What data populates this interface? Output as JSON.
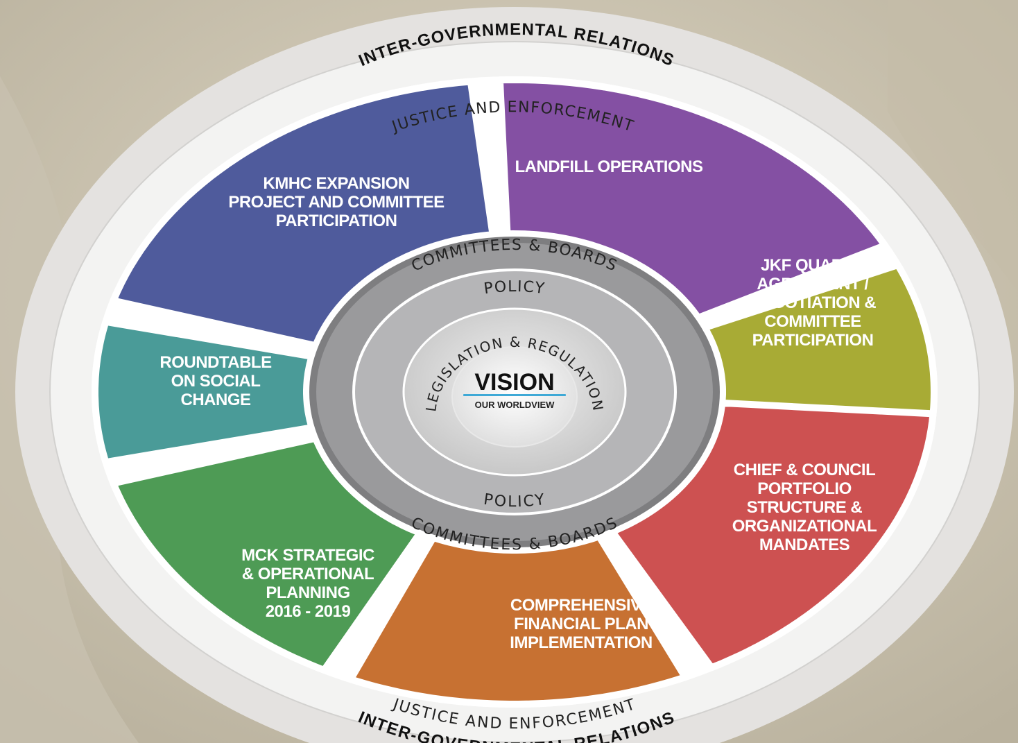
{
  "outer_ring": {
    "top_label": "INTER-GOVERNMENTAL RELATIONS",
    "bottom_label": "INTER-GOVERNMENTAL RELATIONS"
  },
  "justice_ring": {
    "top_label": "JUSTICE AND ENFORCEMENT",
    "bottom_label": "JUSTICE AND ENFORCEMENT"
  },
  "segments": [
    {
      "id": "kmhc",
      "lines": [
        "KMHC EXPANSION",
        "PROJECT AND COMMITTEE",
        "PARTICIPATION"
      ],
      "color": "#4f5b9c"
    },
    {
      "id": "landfill",
      "lines": [
        "LANDFILL OPERATIONS"
      ],
      "color": "#8450a3"
    },
    {
      "id": "jkf",
      "lines": [
        "JKF QUARRY",
        "AGREEMENT /",
        "NEGOTIATION &",
        "COMMITTEE",
        "PARTICIPATION"
      ],
      "color": "#a8ab35"
    },
    {
      "id": "chief",
      "lines": [
        "CHIEF & COUNCIL",
        "PORTFOLIO",
        "STRUCTURE &",
        "ORGANIZATIONAL",
        "MANDATES"
      ],
      "color": "#cd5151"
    },
    {
      "id": "financial",
      "lines": [
        "COMPREHENSIVE",
        "FINANCIAL PLAN",
        "IMPLEMENTATION"
      ],
      "color": "#c77132"
    },
    {
      "id": "mck",
      "lines": [
        "MCK STRATEGIC",
        "& OPERATIONAL",
        "PLANNING",
        "2016 - 2019"
      ],
      "color": "#4e9b55"
    },
    {
      "id": "roundtable",
      "lines": [
        "ROUNDTABLE",
        "ON SOCIAL",
        "CHANGE"
      ],
      "color": "#4a9b98"
    }
  ],
  "committees_ring": {
    "top_label": "COMMITTEES & BOARDS",
    "bottom_label": "COMMITTEES & BOARDS"
  },
  "policy_ring": {
    "top_label": "POLICY",
    "bottom_label": "POLICY"
  },
  "legislation_ring": {
    "label": "LEGISLATION & REGULATION"
  },
  "core": {
    "title": "VISION",
    "subtitle": "OUR WORLDVIEW",
    "accent_color": "#3fa9d6"
  }
}
